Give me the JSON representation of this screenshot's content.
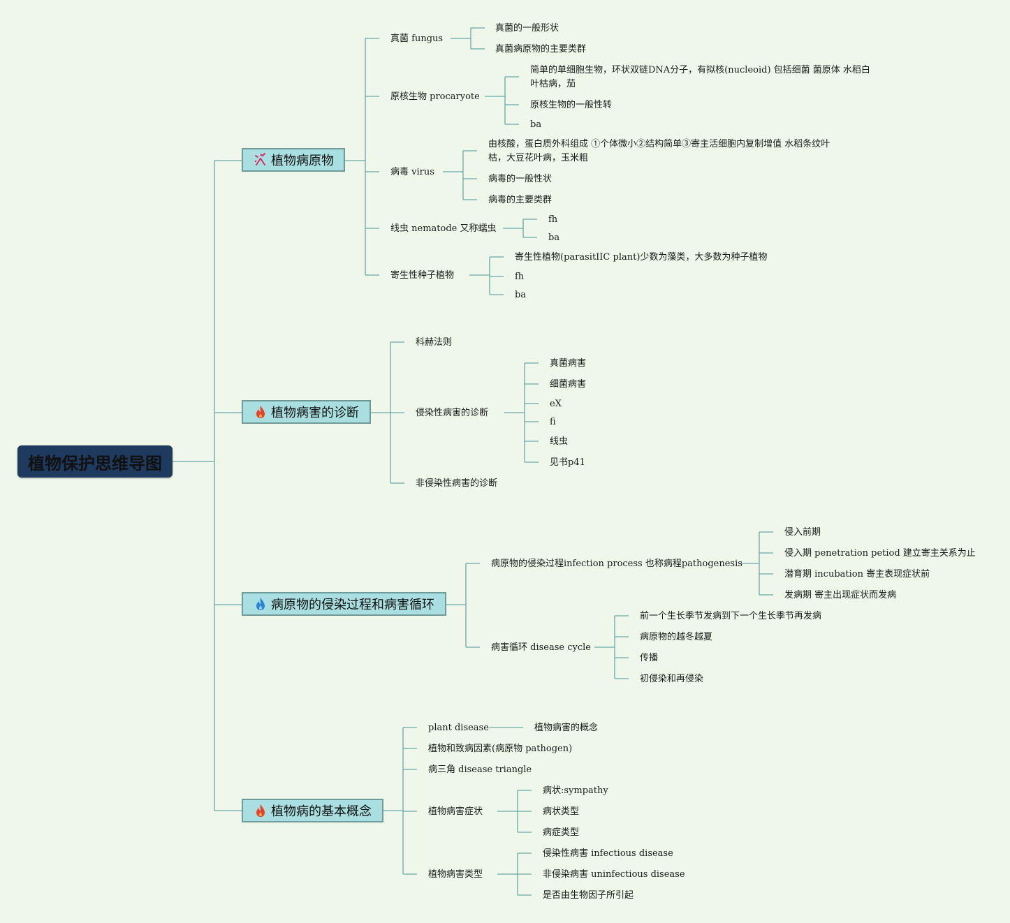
{
  "root": "植物保护思维导图",
  "colors": {
    "line": "#6aa8a6",
    "root_bg": "#1e3a5f",
    "main_bg": "#a9dfe0",
    "fire": "#e8402a",
    "water": "#2a84d8"
  },
  "branches": [
    {
      "label": "植物病原物",
      "icon": "sparkle-icon",
      "children": [
        {
          "label": "真菌 fungus",
          "children": [
            "真菌的一般形状",
            "真菌病原物的主要类群"
          ]
        },
        {
          "label": "原核生物 procaryote",
          "children": [
            "简单的单细胞生物，环状双链DNA分子，有拟核(nucleoid) 包括细菌 菌原体 水稻白叶枯病，茄",
            "原核生物的一般性转",
            "ba"
          ]
        },
        {
          "label": "病毒 virus",
          "children": [
            "由核酸，蛋白质外科组成 ①个体微小②结构简单③寄主活细胞内复制增值 水稻条纹叶枯，大豆花叶病，玉米粗",
            "病毒的一般性状",
            "病毒的主要类群"
          ]
        },
        {
          "label": "线虫 nematode 又称蠕虫",
          "children": [
            "fh",
            "ba"
          ]
        },
        {
          "label": "寄生性种子植物",
          "children": [
            "寄生性植物(parasitIIC plant)少数为藻类，大多数为种子植物",
            "fh",
            "ba"
          ]
        }
      ]
    },
    {
      "label": "植物病害的诊断",
      "icon": "fire-icon",
      "children": [
        {
          "label": "科赫法则",
          "children": []
        },
        {
          "label": "侵染性病害的诊断",
          "children": [
            "真菌病害",
            "细菌病害",
            "eX",
            "fi",
            "线虫",
            "见书p41"
          ]
        },
        {
          "label": "非侵染性病害的诊断",
          "children": []
        }
      ]
    },
    {
      "label": "病原物的侵染过程和病害循环",
      "icon": "water-drop-icon",
      "children": [
        {
          "label": "病原物的侵染过程infection process 也称病程pathogenesis",
          "children": [
            "侵入前期",
            "侵入期 penetration petiod 建立寄主关系为止",
            "潜育期 incubation 寄主表现症状前",
            "发病期 寄主出现症状而发病"
          ]
        },
        {
          "label": "病害循环 disease cycle",
          "children": [
            "前一个生长季节发病到下一个生长季节再发病",
            "病原物的越冬越夏",
            "传播",
            "初侵染和再侵染"
          ]
        }
      ]
    },
    {
      "label": "植物病的基本概念",
      "icon": "fire-icon",
      "children": [
        {
          "label": "plant disease",
          "children": [
            "植物病害的概念"
          ]
        },
        {
          "label": "植物和致病因素(病原物 pathogen)",
          "children": []
        },
        {
          "label": "病三角 disease triangle",
          "children": []
        },
        {
          "label": "植物病害症状",
          "children": [
            "病状:sympathy",
            "病状类型",
            "病症类型"
          ]
        },
        {
          "label": "植物病害类型",
          "children": [
            "侵染性病害 infectious disease",
            "非侵染病害 uninfectious disease",
            "是否由生物因子所引起"
          ]
        }
      ]
    }
  ]
}
